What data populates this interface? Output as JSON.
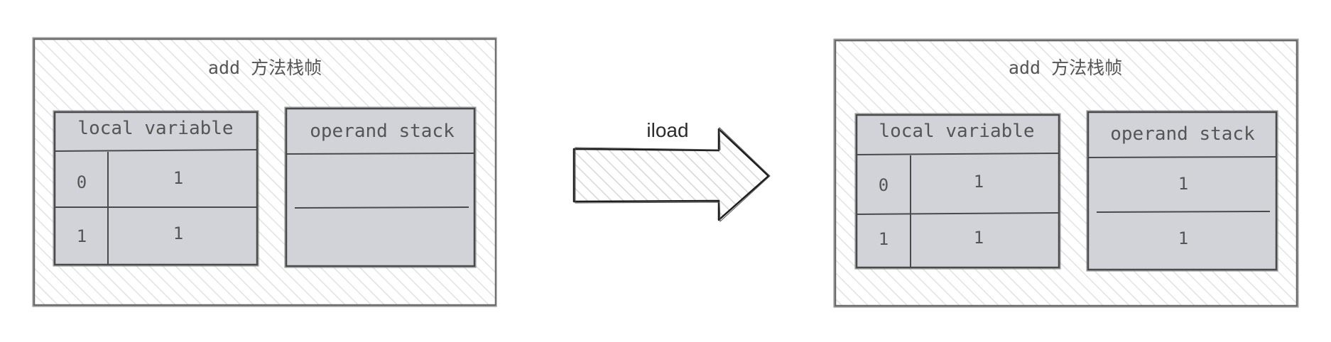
{
  "arrow_label": "iload",
  "frames": [
    {
      "title": "add 方法栈帧",
      "local_variable": {
        "header": "local variable",
        "rows": [
          {
            "index": "0",
            "value": "1"
          },
          {
            "index": "1",
            "value": "1"
          }
        ]
      },
      "operand_stack": {
        "header": "operand stack",
        "slots": [
          "",
          ""
        ]
      }
    },
    {
      "title": "add 方法栈帧",
      "local_variable": {
        "header": "local variable",
        "rows": [
          {
            "index": "0",
            "value": "1"
          },
          {
            "index": "1",
            "value": "1"
          }
        ]
      },
      "operand_stack": {
        "header": "operand stack",
        "slots": [
          "1",
          "1"
        ]
      }
    }
  ]
}
